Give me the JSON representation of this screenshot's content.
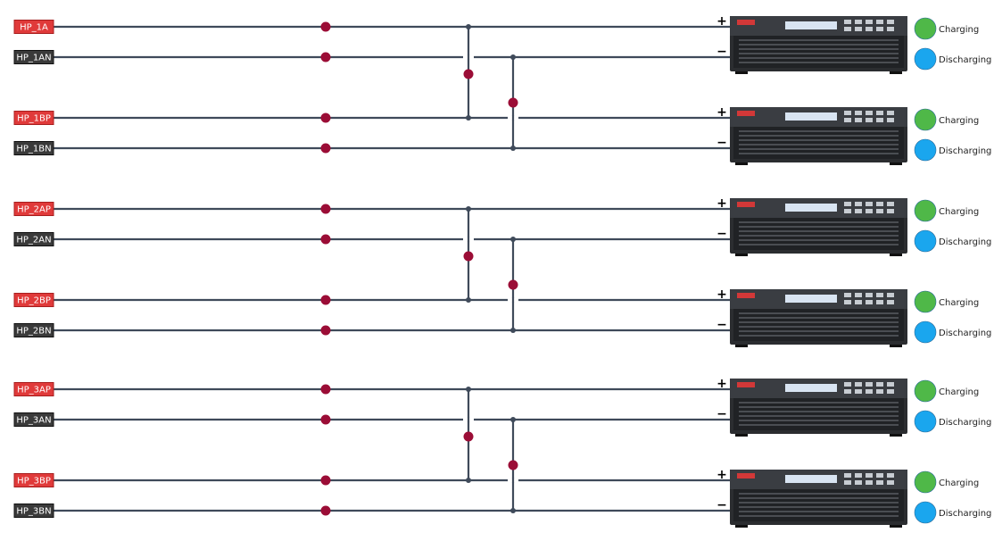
{
  "colors": {
    "wire": "#3f4a5a",
    "switch_dot": "#9b0d36",
    "junction_dot": "#3f4a5a",
    "positive_label_bg": "#e03a3a",
    "negative_label_bg": "#3a3a3a",
    "charging": "#4fb848",
    "discharging": "#1aa6ee",
    "instrument_body": "#2b2d30"
  },
  "icons": {
    "switch": "switch-dot-icon",
    "junction": "junction-dot-icon",
    "instrument": "power-supply-icon",
    "charging": "charging-indicator-icon",
    "discharging": "discharging-indicator-icon"
  },
  "polarity": {
    "positive": "+",
    "negative": "−"
  },
  "groups": [
    {
      "pairs": [
        {
          "positive_label": "HP_1A",
          "negative_label": "HP_1AN",
          "charging_label": "Charging",
          "discharging_label": "Discharging"
        },
        {
          "positive_label": "HP_1BP",
          "negative_label": "HP_1BN",
          "charging_label": "Charging",
          "discharging_label": "Discharging"
        }
      ]
    },
    {
      "pairs": [
        {
          "positive_label": "HP_2AP",
          "negative_label": "HP_2AN",
          "charging_label": "Charging",
          "discharging_label": "Discharging"
        },
        {
          "positive_label": "HP_2BP",
          "negative_label": "HP_2BN",
          "charging_label": "Charging",
          "discharging_label": "Discharging"
        }
      ]
    },
    {
      "pairs": [
        {
          "positive_label": "HP_3AP",
          "negative_label": "HP_3AN",
          "charging_label": "Charging",
          "discharging_label": "Discharging"
        },
        {
          "positive_label": "HP_3BP",
          "negative_label": "HP_3BN",
          "charging_label": "Charging",
          "discharging_label": "Discharging"
        }
      ]
    }
  ]
}
